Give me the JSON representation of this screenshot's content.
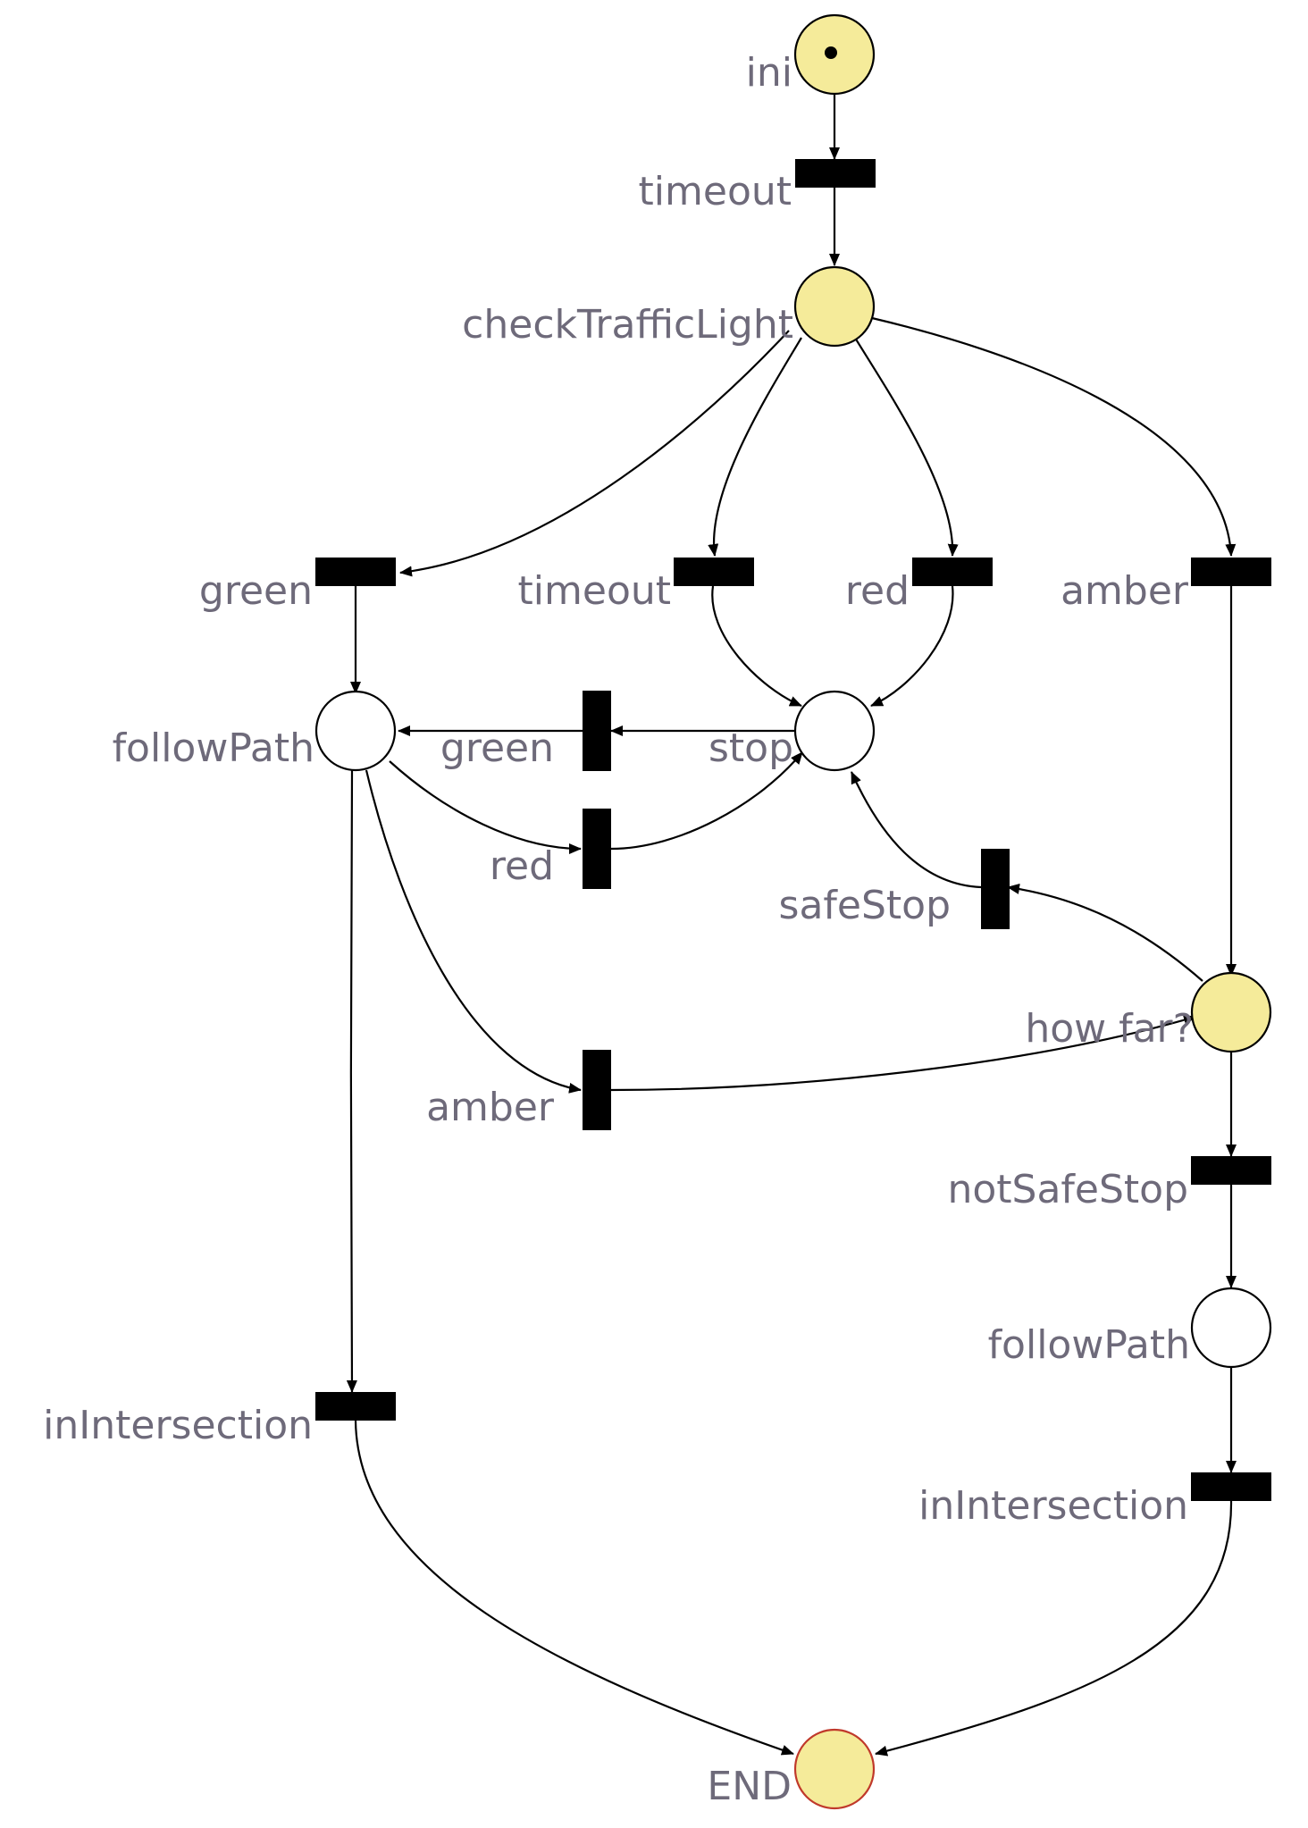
{
  "colors": {
    "marked_place": "#f5eb9a",
    "empty_place": "#ffffff",
    "end_place_stroke": "#c0392b",
    "label": "#6e6a7a"
  },
  "places": [
    {
      "id": "p_ini",
      "label": "ini",
      "tokens": 1,
      "highlighted": true
    },
    {
      "id": "p_check",
      "label": "checkTrafficLight",
      "tokens": 0,
      "highlighted": true
    },
    {
      "id": "p_follow1",
      "label": "followPath",
      "tokens": 0,
      "highlighted": false
    },
    {
      "id": "p_stop",
      "label": "stop",
      "tokens": 0,
      "highlighted": false
    },
    {
      "id": "p_howfar",
      "label": "how far?",
      "tokens": 0,
      "highlighted": true
    },
    {
      "id": "p_follow2",
      "label": "followPath",
      "tokens": 0,
      "highlighted": false
    },
    {
      "id": "p_end",
      "label": "END",
      "tokens": 0,
      "highlighted": true
    }
  ],
  "transitions": [
    {
      "id": "t_timeout1",
      "label": "timeout"
    },
    {
      "id": "t_green1",
      "label": "green"
    },
    {
      "id": "t_timeout2",
      "label": "timeout"
    },
    {
      "id": "t_red1",
      "label": "red"
    },
    {
      "id": "t_amber1",
      "label": "amber"
    },
    {
      "id": "t_green2",
      "label": "green"
    },
    {
      "id": "t_red2",
      "label": "red"
    },
    {
      "id": "t_safestop",
      "label": "safeStop"
    },
    {
      "id": "t_amber2",
      "label": "amber"
    },
    {
      "id": "t_notsafe",
      "label": "notSafeStop"
    },
    {
      "id": "t_inter1",
      "label": "inIntersection"
    },
    {
      "id": "t_inter2",
      "label": "inIntersection"
    }
  ],
  "arcs": [
    [
      "p_ini",
      "t_timeout1"
    ],
    [
      "t_timeout1",
      "p_check"
    ],
    [
      "p_check",
      "t_green1"
    ],
    [
      "p_check",
      "t_timeout2"
    ],
    [
      "p_check",
      "t_red1"
    ],
    [
      "p_check",
      "t_amber1"
    ],
    [
      "t_green1",
      "p_follow1"
    ],
    [
      "t_timeout2",
      "p_stop"
    ],
    [
      "t_red1",
      "p_stop"
    ],
    [
      "t_amber1",
      "p_howfar"
    ],
    [
      "p_stop",
      "t_green2"
    ],
    [
      "t_green2",
      "p_follow1"
    ],
    [
      "p_follow1",
      "t_red2"
    ],
    [
      "t_red2",
      "p_stop"
    ],
    [
      "p_follow1",
      "t_amber2"
    ],
    [
      "t_amber2",
      "p_howfar"
    ],
    [
      "p_howfar",
      "t_safestop"
    ],
    [
      "t_safestop",
      "p_stop"
    ],
    [
      "p_howfar",
      "t_notsafe"
    ],
    [
      "t_notsafe",
      "p_follow2"
    ],
    [
      "p_follow1",
      "t_inter1"
    ],
    [
      "p_follow2",
      "t_inter2"
    ],
    [
      "t_inter1",
      "p_end"
    ],
    [
      "t_inter2",
      "p_end"
    ]
  ]
}
